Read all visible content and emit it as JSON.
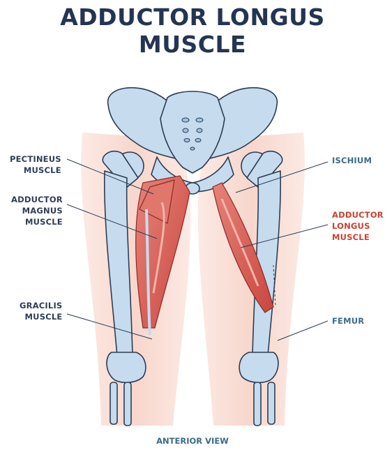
{
  "title": {
    "line1": "ADDUCTOR LONGUS",
    "line2": "MUSCLE"
  },
  "labels": {
    "pectineus": {
      "line1": "PECTINEUS",
      "line2": "MUSCLE"
    },
    "adductor_magnus": {
      "line1": "ADDUCTOR",
      "line2": "MAGNUS",
      "line3": "MUSCLE"
    },
    "gracilis": {
      "line1": "GRACILIS",
      "line2": "MUSCLE"
    },
    "ischium": {
      "line1": "ISCHIUM"
    },
    "adductor_longus": {
      "line1": "ADDUCTOR",
      "line2": "LONGUS",
      "line3": "MUSCLE"
    },
    "femur": {
      "line1": "FEMUR"
    }
  },
  "view_caption": "ANTERIOR VIEW",
  "colors": {
    "title": "#243553",
    "label_dark": "#2f3e57",
    "label_highlight": "#d0402c",
    "label_right": "#3d6a86",
    "bone_fill": "#c6dcee",
    "bone_stroke": "#2c3c55",
    "muscle_fill": "#d9625a",
    "skin_fill": "#f9ddd4"
  }
}
